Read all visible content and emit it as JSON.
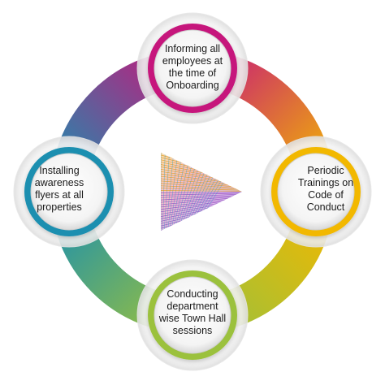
{
  "cycle": {
    "colors": {
      "top": "#c6187b",
      "right": "#f2b800",
      "bottom": "#9bc13c",
      "left": "#1a8fb0",
      "center_icon_a": "#9a4cc4",
      "center_icon_b": "#e8a020"
    },
    "nodes": [
      {
        "id": "top",
        "label": "Informing all\nemployees at\nthe time of\nOnboarding"
      },
      {
        "id": "right",
        "label": "Periodic\nTrainings on\nCode of\nConduct"
      },
      {
        "id": "bottom",
        "label": "Conducting\ndepartment\nwise Town Hall\nsessions"
      },
      {
        "id": "left",
        "label": "Installing\nawareness\nflyers at all\nproperties"
      }
    ],
    "center_icon": "play-triangle-icon"
  }
}
